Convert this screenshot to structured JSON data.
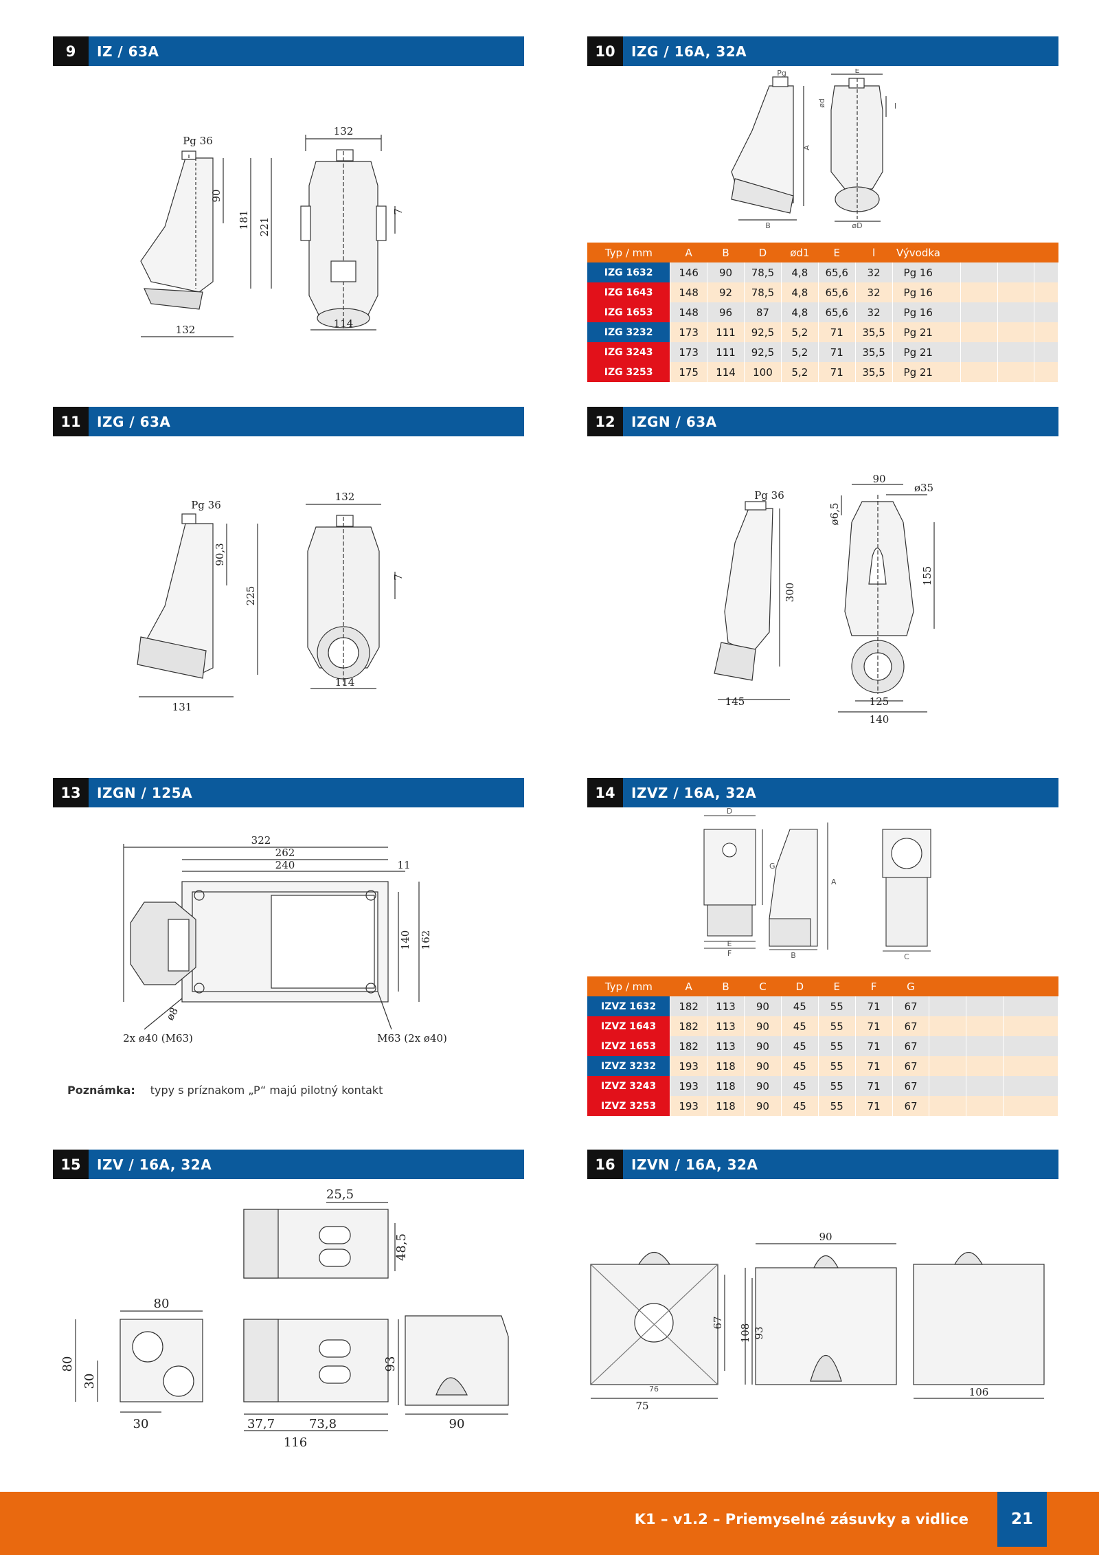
{
  "sections": {
    "s9": {
      "num": "9",
      "title": "IZ / 63A"
    },
    "s10": {
      "num": "10",
      "title": "IZG / 16A, 32A"
    },
    "s11": {
      "num": "11",
      "title": "IZG / 63A"
    },
    "s12": {
      "num": "12",
      "title": "IZGN / 63A"
    },
    "s13": {
      "num": "13",
      "title": "IZGN / 125A"
    },
    "s14": {
      "num": "14",
      "title": "IZVZ / 16A, 32A"
    },
    "s15": {
      "num": "15",
      "title": "IZV / 16A, 32A"
    },
    "s16": {
      "num": "16",
      "title": "IZVN / 16A, 32A"
    }
  },
  "dims": {
    "s9": {
      "pg": "Pg 36",
      "d132top": "132",
      "d90": "90",
      "d181": "181",
      "d221": "221",
      "d7": "7",
      "d132bot": "132",
      "d114": "114"
    },
    "s10": {
      "pg": "Pg",
      "e": "E",
      "od": "ød",
      "l": "l",
      "a": "A",
      "b": "B",
      "oD": "øD"
    },
    "s11": {
      "pg": "Pg 36",
      "d132": "132",
      "d903": "90,3",
      "d225": "225",
      "d7": "7",
      "d131": "131",
      "d114": "114"
    },
    "s12": {
      "pg": "Pg 36",
      "d90": "90",
      "d35": "ø35",
      "d65": "ø6,5",
      "d300": "300",
      "d155": "155",
      "d145": "145",
      "d125": "125",
      "d140": "140"
    },
    "s13": {
      "d322": "322",
      "d262": "262",
      "d240": "240",
      "d11": "11",
      "d140": "140",
      "d162": "162",
      "d8": "ø8",
      "left_label": "2x ø40 (M63)",
      "right_label": "M63 (2x ø40)"
    },
    "s14": {
      "d": "D",
      "g": "G",
      "e": "E",
      "f": "F",
      "a": "A",
      "b": "B",
      "c": "C"
    },
    "s15": {
      "d255": "25,5",
      "d485": "48,5",
      "d80w": "80",
      "d80h": "80",
      "d30v": "30",
      "d30h": "30",
      "d93": "93",
      "d377": "37,7",
      "d738": "73,8",
      "d90": "90",
      "d116": "116"
    },
    "s16": {
      "d90": "90",
      "d67": "67",
      "d108": "108",
      "d93": "93",
      "d76": "76",
      "d75": "75",
      "d106": "106"
    }
  },
  "izg_table": {
    "headers": [
      "Typ / mm",
      "A",
      "B",
      "D",
      "ød1",
      "E",
      "l",
      "Vývodka"
    ],
    "rows": [
      {
        "type": "IZG 1632",
        "color": "blue",
        "vals": [
          "146",
          "90",
          "78,5",
          "4,8",
          "65,6",
          "32",
          "Pg 16"
        ]
      },
      {
        "type": "IZG 1643",
        "color": "red",
        "vals": [
          "148",
          "92",
          "78,5",
          "4,8",
          "65,6",
          "32",
          "Pg 16"
        ]
      },
      {
        "type": "IZG 1653",
        "color": "red",
        "vals": [
          "148",
          "96",
          "87",
          "4,8",
          "65,6",
          "32",
          "Pg 16"
        ]
      },
      {
        "type": "IZG 3232",
        "color": "blue",
        "vals": [
          "173",
          "111",
          "92,5",
          "5,2",
          "71",
          "35,5",
          "Pg 21"
        ]
      },
      {
        "type": "IZG 3243",
        "color": "red",
        "vals": [
          "173",
          "111",
          "92,5",
          "5,2",
          "71",
          "35,5",
          "Pg 21"
        ]
      },
      {
        "type": "IZG 3253",
        "color": "red",
        "vals": [
          "175",
          "114",
          "100",
          "5,2",
          "71",
          "35,5",
          "Pg 21"
        ]
      }
    ]
  },
  "izvz_table": {
    "headers": [
      "Typ / mm",
      "A",
      "B",
      "C",
      "D",
      "E",
      "F",
      "G"
    ],
    "rows": [
      {
        "type": "IZVZ 1632",
        "color": "blue",
        "vals": [
          "182",
          "113",
          "90",
          "45",
          "55",
          "71",
          "67"
        ]
      },
      {
        "type": "IZVZ 1643",
        "color": "red",
        "vals": [
          "182",
          "113",
          "90",
          "45",
          "55",
          "71",
          "67"
        ]
      },
      {
        "type": "IZVZ 1653",
        "color": "red",
        "vals": [
          "182",
          "113",
          "90",
          "45",
          "55",
          "71",
          "67"
        ]
      },
      {
        "type": "IZVZ 3232",
        "color": "blue",
        "vals": [
          "193",
          "118",
          "90",
          "45",
          "55",
          "71",
          "67"
        ]
      },
      {
        "type": "IZVZ 3243",
        "color": "red",
        "vals": [
          "193",
          "118",
          "90",
          "45",
          "55",
          "71",
          "67"
        ]
      },
      {
        "type": "IZVZ 3253",
        "color": "red",
        "vals": [
          "193",
          "118",
          "90",
          "45",
          "55",
          "71",
          "67"
        ]
      }
    ]
  },
  "note": {
    "label": "Poznámka:",
    "text": "typy s príznakom „P“ majú pilotný kontakt"
  },
  "footer": {
    "text": "K1 – v1.2 – Priemyselné zásuvky a vidlice",
    "page": "21"
  }
}
